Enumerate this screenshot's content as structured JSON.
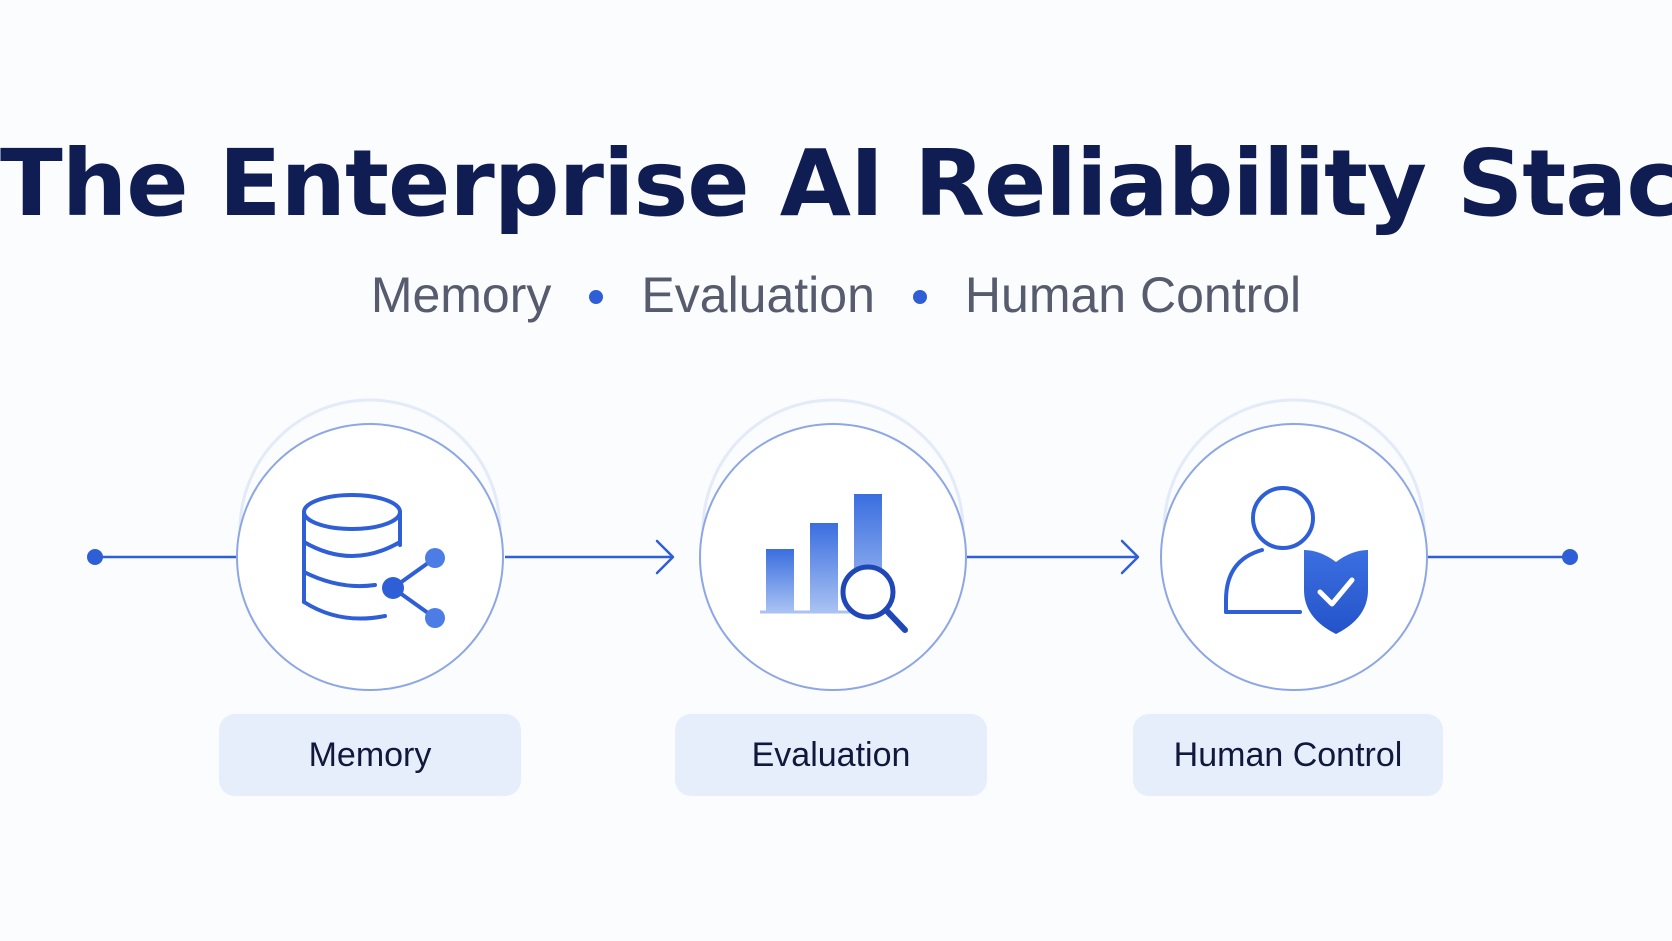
{
  "title": "The Enterprise AI Reliability Stack",
  "subtitle": {
    "items": [
      "Memory",
      "Evaluation",
      "Human Control"
    ]
  },
  "steps": [
    {
      "label": "Memory",
      "icon": "database-share-icon"
    },
    {
      "label": "Evaluation",
      "icon": "bar-chart-magnifier-icon"
    },
    {
      "label": "Human Control",
      "icon": "user-shield-check-icon"
    }
  ],
  "colors": {
    "title": "#0f1d52",
    "subtitle": "#565c6e",
    "accent": "#2f5fd6",
    "circle_stroke": "#8da7e6",
    "pill_bg": "#e6eefb",
    "label": "#10183c"
  }
}
